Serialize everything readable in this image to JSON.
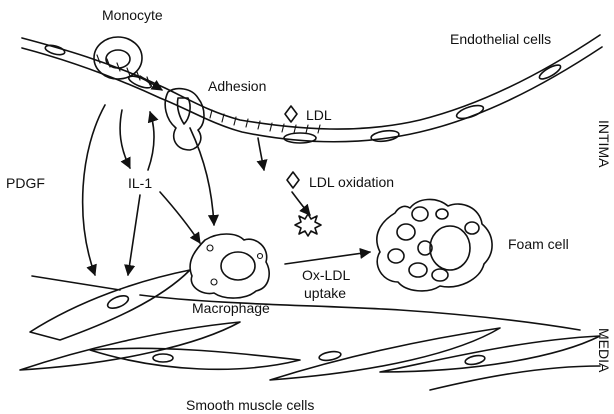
{
  "labels": {
    "monocyte": "Monocyte",
    "endothelial_cells": "Endothelial cells",
    "adhesion": "Adhesion",
    "ldl": "LDL",
    "ldl_oxidation": "LDL oxidation",
    "pdgf": "PDGF",
    "il1": "IL-1",
    "foam_cell": "Foam cell",
    "oxldl_line1": "Ox-LDL",
    "oxldl_line2": "uptake",
    "macrophage": "Macrophage",
    "smooth_muscle_cells": "Smooth muscle cells",
    "intima": "INTIMA",
    "media": "MEDIA"
  }
}
